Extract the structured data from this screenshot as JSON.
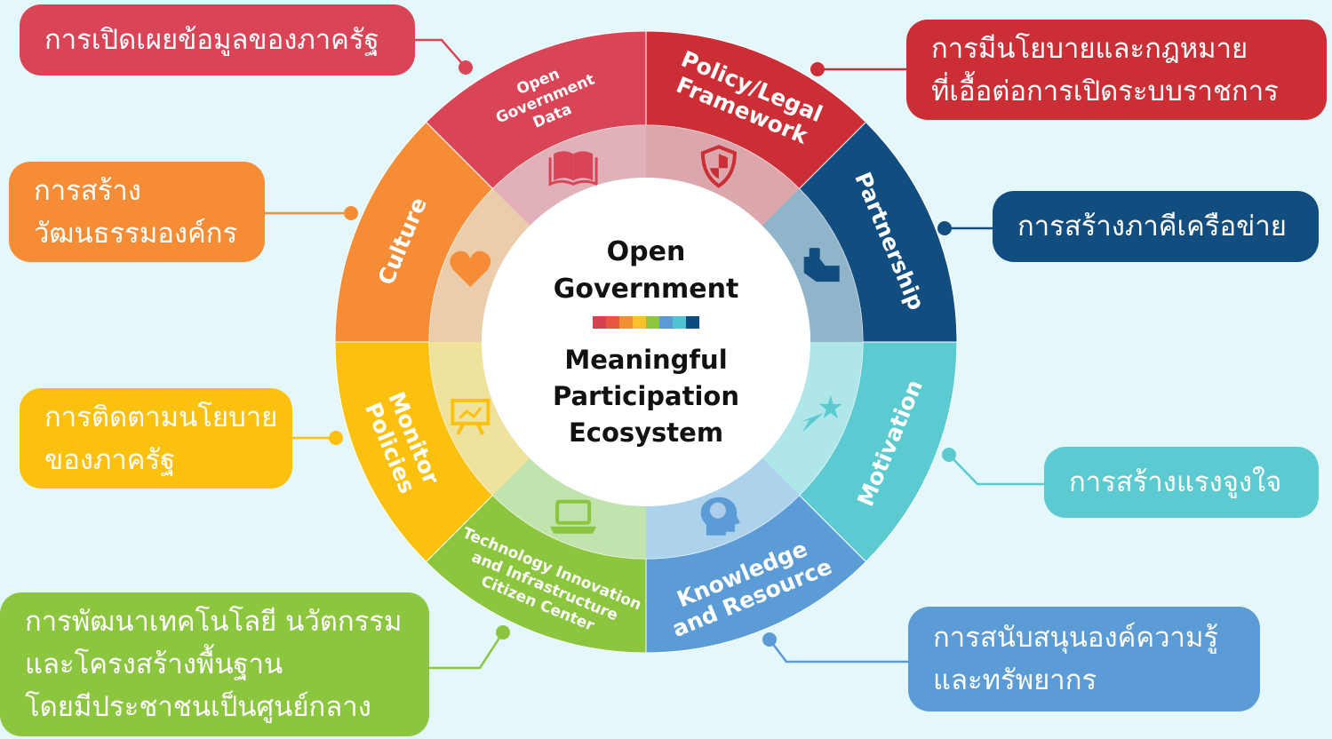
{
  "center": {
    "title": [
      "Open",
      "Government"
    ],
    "subtitle": [
      "Meaningful",
      "Participation",
      "Ecosystem"
    ],
    "stripe_colors": [
      "#d7424f",
      "#e8563d",
      "#f39033",
      "#fbc02d",
      "#8dc63f",
      "#5b9bd5",
      "#4fc3d0",
      "#0d4d7e"
    ]
  },
  "segments": [
    {
      "id": "open-government-data",
      "label": [
        "Open",
        "Government",
        "Data"
      ],
      "color": "#d94556",
      "icon": "book-icon"
    },
    {
      "id": "policy-legal-framework",
      "label": [
        "Policy/Legal",
        "Framework"
      ],
      "color": "#cc2e36",
      "icon": "shield-icon"
    },
    {
      "id": "partnership",
      "label": [
        "Partnership"
      ],
      "color": "#124d80",
      "icon": "handshake-icon"
    },
    {
      "id": "motivation",
      "label": [
        "Motivation"
      ],
      "color": "#5ccbd1",
      "icon": "shooting-star-icon"
    },
    {
      "id": "knowledge-resource",
      "label": [
        "Knowledge",
        "and Resource"
      ],
      "color": "#5b9bd6",
      "icon": "brain-head-icon"
    },
    {
      "id": "technology-innovation",
      "label": [
        "Technology Innovation",
        "and Infrastructure",
        "Citizen Center"
      ],
      "color": "#8cc63f",
      "icon": "laptop-icon"
    },
    {
      "id": "monitor-policies",
      "label": [
        "Monitor",
        "Policies"
      ],
      "color": "#fcc10f",
      "icon": "monitor-chart-icon"
    },
    {
      "id": "culture",
      "label": [
        "Culture"
      ],
      "color": "#f68d36",
      "icon": "heart-icon"
    }
  ],
  "callouts": [
    {
      "id": "open-data",
      "lines": [
        "การเปิดเผยข้อมูลของภาครัฐ"
      ],
      "color": "#d94556"
    },
    {
      "id": "policy",
      "lines": [
        "การมีนโยบายและกฎหมาย",
        "ที่เอื้อต่อการเปิดระบบราชการ"
      ],
      "color": "#cc2e36"
    },
    {
      "id": "culture",
      "lines": [
        "การสร้าง",
        "วัฒนธรรมองค์กร"
      ],
      "color": "#f68d36"
    },
    {
      "id": "partnership",
      "lines": [
        "การสร้างภาคีเครือข่าย"
      ],
      "color": "#124d80"
    },
    {
      "id": "monitor",
      "lines": [
        "การติดตามนโยบาย",
        "ของภาครัฐ"
      ],
      "color": "#fcc10f"
    },
    {
      "id": "motivation",
      "lines": [
        "การสร้างแรงจูงใจ"
      ],
      "color": "#5ccbd1"
    },
    {
      "id": "technology",
      "lines": [
        "การพัฒนาเทคโนโลยี นวัตกรรม",
        "และโครงสร้างพื้นฐาน",
        "โดยมีประชาชนเป็นศูนย์กลาง"
      ],
      "color": "#8cc63f"
    },
    {
      "id": "knowledge",
      "lines": [
        "การสนับสนุนองค์ความรู้",
        "และทรัพยากร"
      ],
      "color": "#5b9bd6"
    }
  ]
}
